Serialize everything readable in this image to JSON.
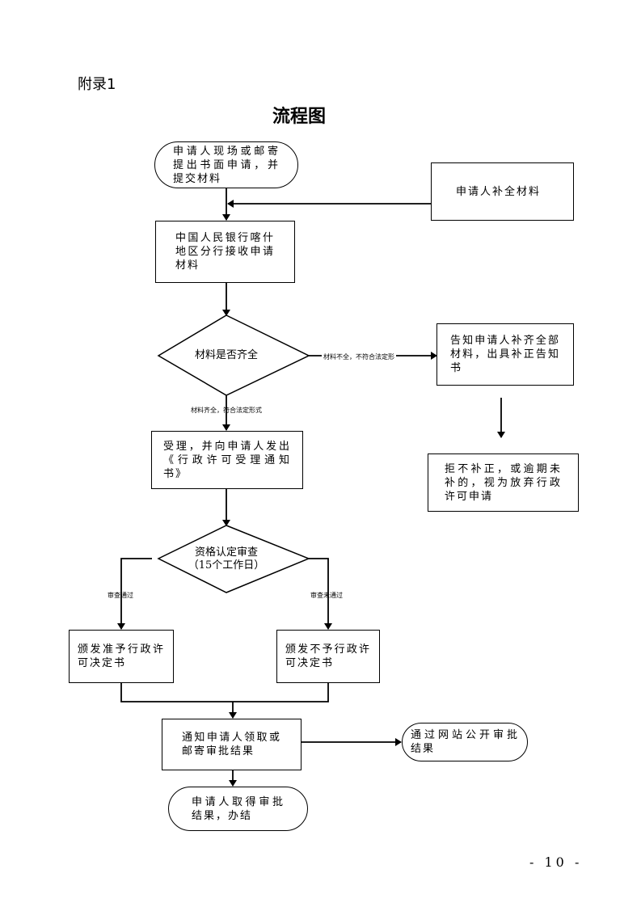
{
  "header": {
    "appendix": "附录1",
    "title": "流程图"
  },
  "nodes": {
    "start": "申请人现场或邮寄提出书面申请，并提交材料",
    "supplement": "申请人补全材料",
    "receive": "中国人民银行喀什地区分行接收申请材料",
    "check_complete": "材料是否齐全",
    "notify_supplement": "告知申请人补齐全部材料，出具补正告知书",
    "reject_as_abandon": "拒不补正，或逾期未补的，视为放弃行政许可申请",
    "accept": "受理，并向申请人发出《行政许可受理通知书》",
    "review_line1": "资格认定审查",
    "review_line2": "（15个工作日）",
    "grant": "颁发准予行政许可决定书",
    "deny": "颁发不予行政许可决定书",
    "notify_result": "通知申请人领取或邮寄审批结果",
    "publish": "通过网站公开审批结果",
    "end": "申请人取得审批结果，办结"
  },
  "edge_labels": {
    "incomplete": "材料不全，不符合法定形",
    "complete": "材料齐全，符合法定形式",
    "pass": "审查通过",
    "fail": "审查未通过"
  },
  "footer": {
    "page_number": "- 10 -"
  }
}
